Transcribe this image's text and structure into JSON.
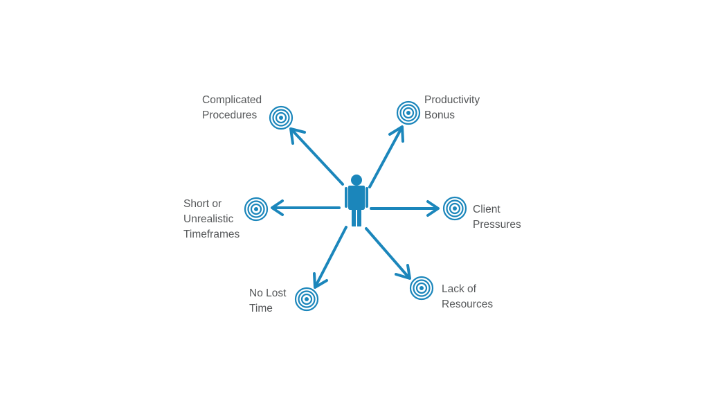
{
  "colors": {
    "accent": "#1b86bb",
    "text": "#555759",
    "background": "#ffffff"
  },
  "center": {
    "icon": "person-icon"
  },
  "factors": [
    {
      "id": "complicated-procedures",
      "lines": [
        "Complicated",
        "Procedures"
      ],
      "icon": "target-icon"
    },
    {
      "id": "productivity-bonus",
      "lines": [
        "Productivity",
        "Bonus"
      ],
      "icon": "target-icon"
    },
    {
      "id": "short-timeframes",
      "lines": [
        "Short or",
        "Unrealistic",
        "Timeframes"
      ],
      "icon": "target-icon"
    },
    {
      "id": "client-pressures",
      "lines": [
        "Client",
        "Pressures"
      ],
      "icon": "target-icon"
    },
    {
      "id": "no-lost-time",
      "lines": [
        "No Lost",
        "Time"
      ],
      "icon": "target-icon"
    },
    {
      "id": "lack-of-resources",
      "lines": [
        "Lack of",
        "Resources"
      ],
      "icon": "target-icon"
    }
  ]
}
